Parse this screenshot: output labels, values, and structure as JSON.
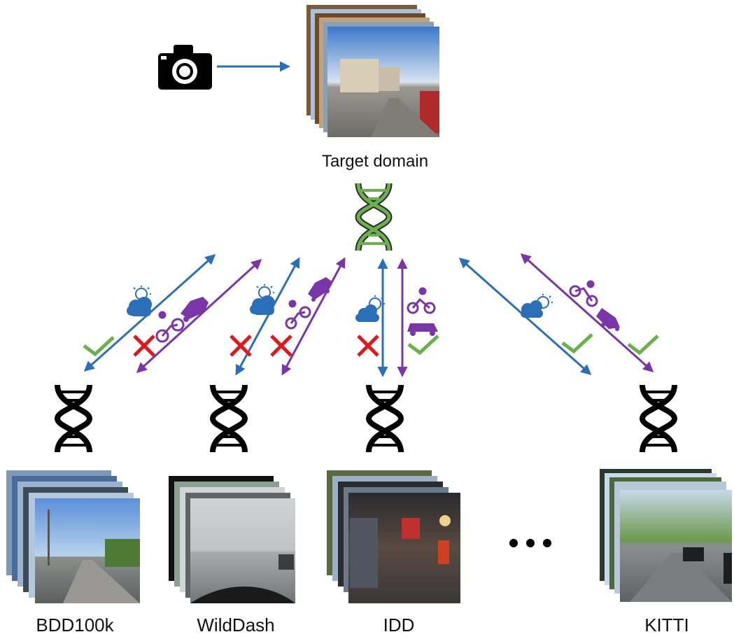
{
  "target": {
    "label": "Target domain"
  },
  "sources": [
    {
      "label": "BDD100k"
    },
    {
      "label": "WildDash"
    },
    {
      "label": "IDD"
    },
    {
      "label": "KITTI"
    }
  ],
  "colors": {
    "weather_arrow": "#2b6fb8",
    "object_arrow": "#7a35a8",
    "match": "#6ab04c",
    "mismatch": "#e3161c",
    "dna_target": "#6ab04c",
    "dna_source": "#000000"
  },
  "links": [
    {
      "source": "BDD100k",
      "attribute": "weather",
      "match": true
    },
    {
      "source": "BDD100k",
      "attribute": "objects",
      "match": false
    },
    {
      "source": "WildDash",
      "attribute": "weather",
      "match": false
    },
    {
      "source": "WildDash",
      "attribute": "objects",
      "match": false
    },
    {
      "source": "IDD",
      "attribute": "weather",
      "match": false
    },
    {
      "source": "IDD",
      "attribute": "objects",
      "match": true
    },
    {
      "source": "KITTI",
      "attribute": "weather",
      "match": true
    },
    {
      "source": "KITTI",
      "attribute": "objects",
      "match": true
    }
  ],
  "icons": [
    "camera-icon",
    "dna-icon",
    "weather-icon",
    "bicycle-icon",
    "car-icon",
    "check-icon",
    "cross-icon",
    "ellipsis-icon"
  ]
}
